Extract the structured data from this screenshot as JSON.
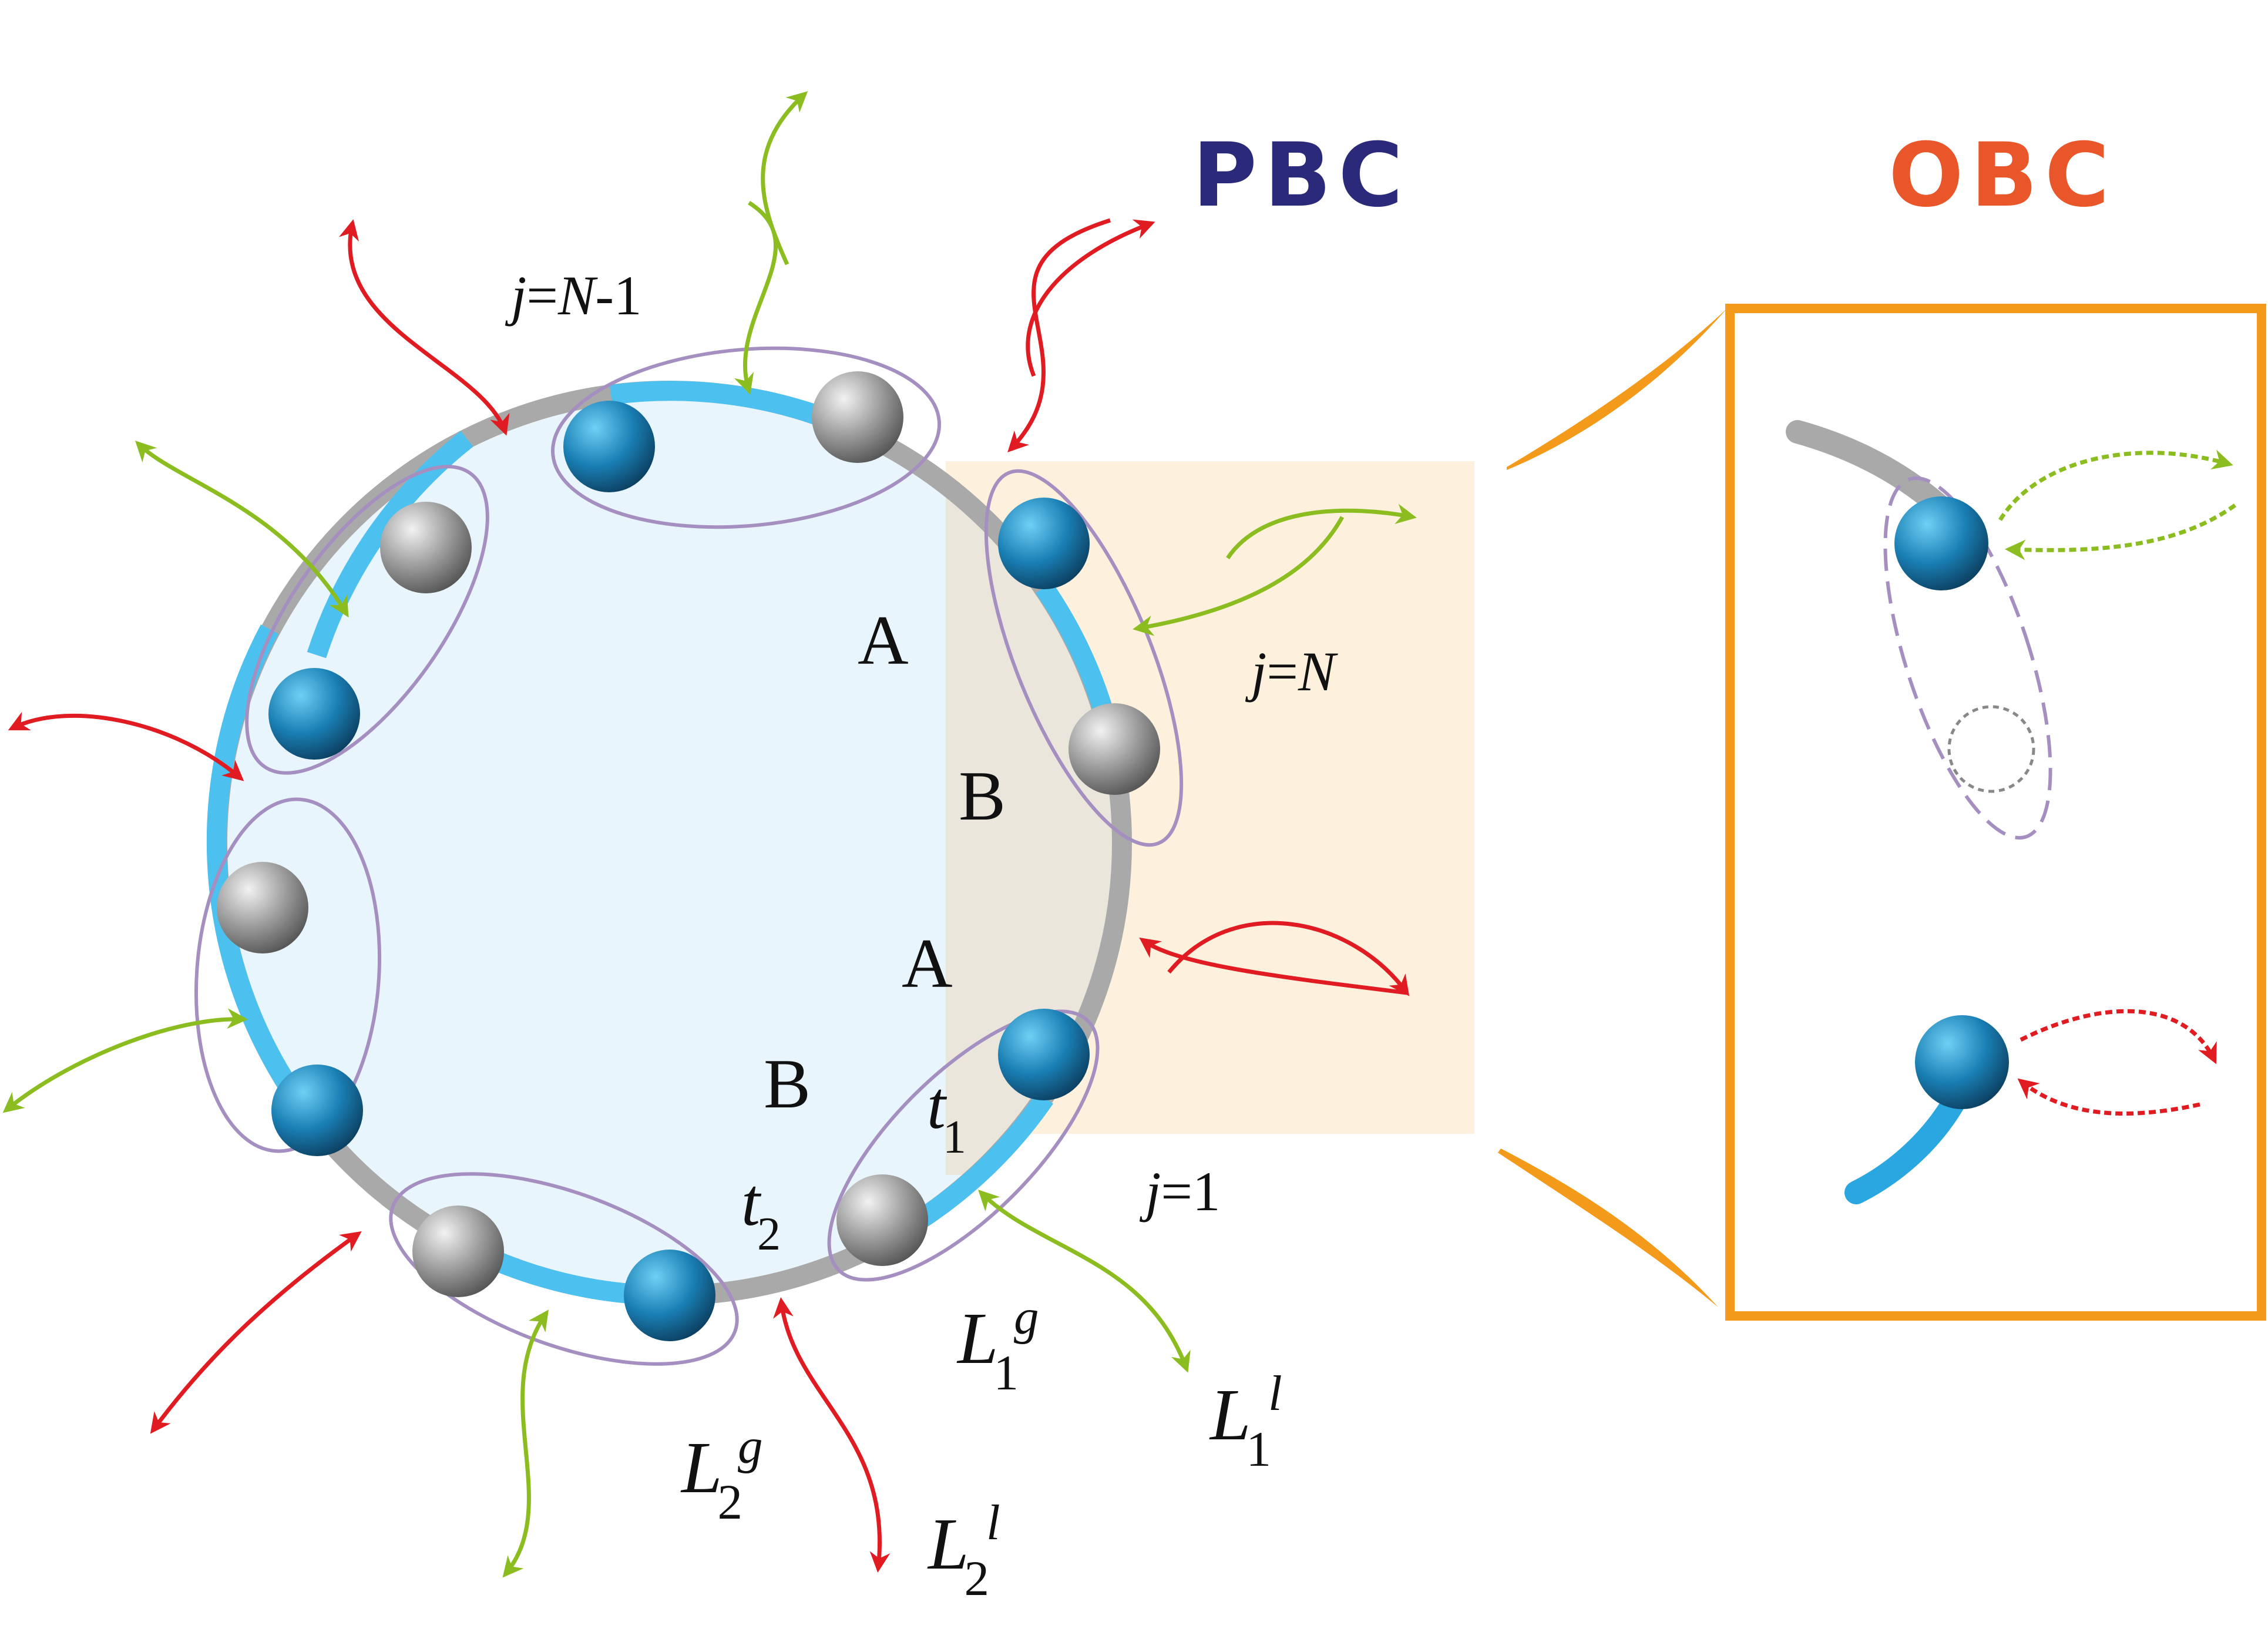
{
  "headings": {
    "pbc": "PBC",
    "obc": "OBC"
  },
  "sublattice": {
    "a_top": "A",
    "b_top": "B",
    "a_bottom": "A",
    "b_bottom": "B"
  },
  "hopping": {
    "t1": {
      "base": "t",
      "sub": "1"
    },
    "t2": {
      "base": "t",
      "sub": "2"
    }
  },
  "cell_labels": {
    "j_n_minus_1": {
      "var": "j",
      "eq": "=",
      "n": "N",
      "rest": "-1"
    },
    "j_n": {
      "var": "j",
      "eq": "=",
      "n": "N"
    },
    "j_1": {
      "var": "j",
      "eq": "=1"
    }
  },
  "dissipators": {
    "l1g": {
      "base": "L",
      "sub": "1",
      "sup": "g"
    },
    "l1l": {
      "base": "L",
      "sub": "1",
      "sup": "l"
    },
    "l2g": {
      "base": "L",
      "sub": "2",
      "sup": "g"
    },
    "l2l": {
      "base": "L",
      "sub": "2",
      "sup": "l"
    }
  },
  "colors": {
    "pbc_heading": "#2b2a7a",
    "obc_heading": "#e8562a",
    "obc_frame": "#f39a1b",
    "ring_gray": "#a9a9a9",
    "bond_blue": "#4cc0ee",
    "disk_fill": "#e9f5fc",
    "highlight_fill": "#fdf0dd",
    "cell_outline": "#a58fc0",
    "site_a": "#1b7fb3",
    "site_b": "#9a9a9a",
    "gain_arrow": "#8cbd20",
    "loss_arrow": "#e01b22"
  }
}
